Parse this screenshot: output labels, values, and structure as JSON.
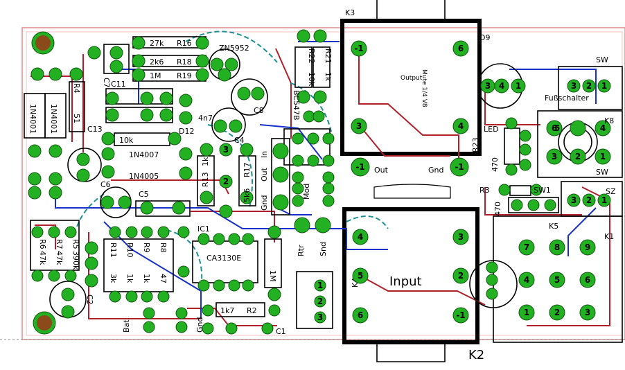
{
  "board": {
    "title": "",
    "colors": {
      "pad": "#23b023",
      "copper_top": "#b0202a",
      "copper_bottom": "#1530c8",
      "airwire": "#1a9090",
      "outline": "#e08a8a"
    }
  },
  "output_box": {
    "label": "Output",
    "designator": "K3",
    "ref_text": "Out",
    "gnd_text": "Gnd",
    "side_text": "Mute 1/4 V8"
  },
  "input_box": {
    "label": "Input",
    "designator": "K2",
    "sub": "K4"
  },
  "ic": {
    "label": "CA3130E",
    "ref": "IC1"
  },
  "led": {
    "label": "LED",
    "ref": "D9"
  },
  "footswitch": {
    "label": "Fußschalter",
    "ref": "K8",
    "sw": "SW"
  },
  "connectors": {
    "k5": "K5",
    "k1": "K1",
    "sz": "SZ",
    "sw1": "SW1"
  },
  "components": [
    {
      "id": "r16",
      "text": "27k"
    },
    {
      "id": "r16lbl",
      "text": "R16"
    },
    {
      "id": "r18",
      "text": "2k6"
    },
    {
      "id": "r18lbl",
      "text": "R18"
    },
    {
      "id": "r19",
      "text": "1M"
    },
    {
      "id": "r19lbl",
      "text": "R19"
    },
    {
      "id": "zn",
      "text": "ZN5952"
    },
    {
      "id": "r22",
      "text": "R22"
    },
    {
      "id": "r22v",
      "text": "10k"
    },
    {
      "id": "r21",
      "text": "R21"
    },
    {
      "id": "r21v",
      "text": "1k"
    },
    {
      "id": "bc",
      "text": "BC547B"
    },
    {
      "id": "c7",
      "text": "C7"
    },
    {
      "id": "c11",
      "text": "C11"
    },
    {
      "id": "c8",
      "text": "C8"
    },
    {
      "id": "c13",
      "text": "C13"
    },
    {
      "id": "c4",
      "text": "C4"
    },
    {
      "id": "c6",
      "text": "C6"
    },
    {
      "id": "c5",
      "text": "C5"
    },
    {
      "id": "c2",
      "text": "C2"
    },
    {
      "id": "c1",
      "text": "C1"
    },
    {
      "id": "r4",
      "text": "R4"
    },
    {
      "id": "r4v",
      "text": "51"
    },
    {
      "id": "d1",
      "text": "1N4001"
    },
    {
      "id": "d4",
      "text": "1N4001"
    },
    {
      "id": "n1",
      "text": "1N4007"
    },
    {
      "id": "n2",
      "text": "1N4005"
    },
    {
      "id": "r12",
      "text": "10k"
    },
    {
      "id": "d12",
      "text": "D12"
    },
    {
      "id": "d4n7",
      "text": "4n7"
    },
    {
      "id": "r13",
      "text": "R13"
    },
    {
      "id": "r13v",
      "text": "1k"
    },
    {
      "id": "r17",
      "text": "R17"
    },
    {
      "id": "r17v",
      "text": "5k6"
    },
    {
      "id": "r6",
      "text": "R6"
    },
    {
      "id": "r6v",
      "text": "47k"
    },
    {
      "id": "r7",
      "text": "R7"
    },
    {
      "id": "r7v",
      "text": "47k"
    },
    {
      "id": "r5",
      "text": "R5"
    },
    {
      "id": "r5v",
      "text": "390k"
    },
    {
      "id": "r11",
      "text": "R11"
    },
    {
      "id": "r11v",
      "text": "3k"
    },
    {
      "id": "r10",
      "text": "R10"
    },
    {
      "id": "r10v",
      "text": "1k"
    },
    {
      "id": "r9",
      "text": "R9"
    },
    {
      "id": "r9v",
      "text": "1k"
    },
    {
      "id": "r8",
      "text": "R8"
    },
    {
      "id": "r8v",
      "text": "47"
    },
    {
      "id": "r1",
      "text": "1M"
    },
    {
      "id": "r2",
      "text": "R2"
    },
    {
      "id": "r2v",
      "text": "1k7"
    },
    {
      "id": "r3",
      "text": "R3"
    },
    {
      "id": "r23",
      "text": "R23"
    },
    {
      "id": "r23v",
      "text": "470"
    },
    {
      "id": "r3v",
      "text": "470"
    },
    {
      "id": "rtr",
      "text": "Rtr"
    },
    {
      "id": "snd",
      "text": "Snd"
    },
    {
      "id": "mod",
      "text": "Mod"
    },
    {
      "id": "bat",
      "text": "Bat"
    },
    {
      "id": "gnd2",
      "text": "Gnd"
    }
  ],
  "legend": {
    "gnd": "Gnd",
    "out": "Out",
    "in": "In"
  }
}
